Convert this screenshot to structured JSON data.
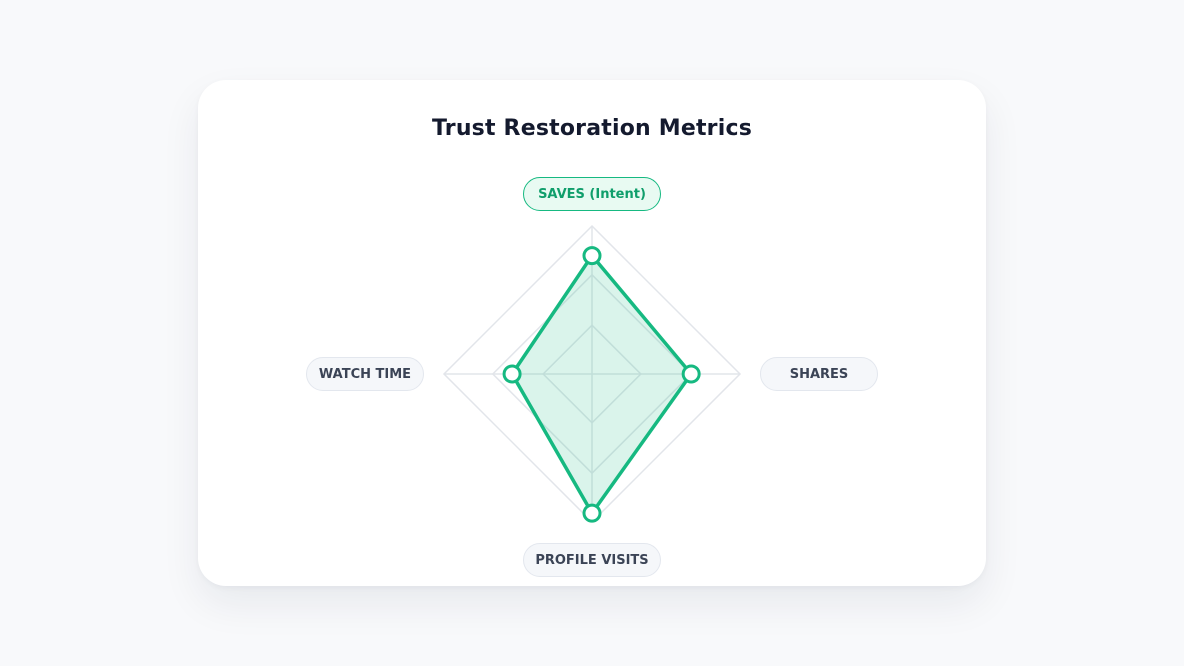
{
  "title": "Trust Restoration Metrics",
  "colors": {
    "accent": "#16b981",
    "accent_fill": "#d9f5ea",
    "grid": "#e2e5ea",
    "background": "#f8f9fb",
    "card": "#ffffff"
  },
  "chart_data": {
    "type": "radar",
    "title": "Trust Restoration Metrics",
    "axes": [
      {
        "label": "SAVES (Intent)",
        "highlighted": true
      },
      {
        "label": "SHARES",
        "highlighted": false
      },
      {
        "label": "PROFILE VISITS",
        "highlighted": false
      },
      {
        "label": "WATCH TIME",
        "highlighted": false
      }
    ],
    "range": [
      0,
      100
    ],
    "grid_levels": [
      33,
      67,
      100
    ],
    "series": [
      {
        "values": [
          80,
          67,
          94,
          54
        ]
      }
    ]
  }
}
